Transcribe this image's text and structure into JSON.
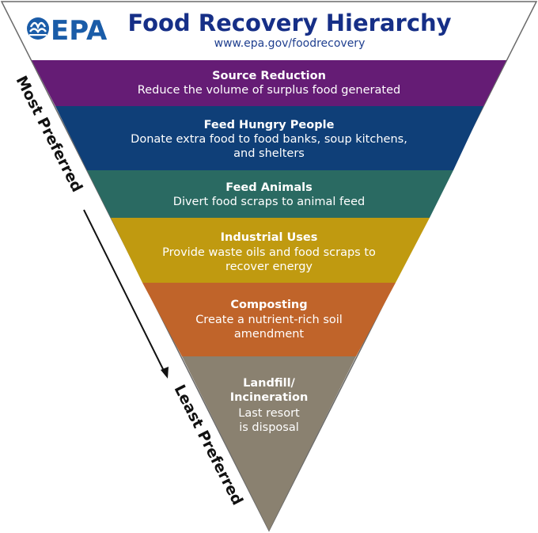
{
  "logo": {
    "text": "EPA",
    "icon": "epa-flower-icon",
    "color": "#1a5ca8"
  },
  "header": {
    "title": "Food Recovery Hierarchy",
    "url": "www.epa.gov/foodrecovery"
  },
  "axis": {
    "top_label": "Most Preferred",
    "bottom_label": "Least Preferred"
  },
  "levels": [
    {
      "title": "Source Reduction",
      "desc": [
        "Reduce the volume of surplus food generated"
      ],
      "color": "#651c75"
    },
    {
      "title": "Feed Hungry People",
      "desc": [
        "Donate extra food to food banks, soup kitchens,",
        "and shelters"
      ],
      "color": "#0f3f78"
    },
    {
      "title": "Feed Animals",
      "desc": [
        "Divert food scraps to animal feed"
      ],
      "color": "#2a6a62"
    },
    {
      "title": "Industrial Uses",
      "desc": [
        "Provide waste oils and food scraps to",
        "recover energy"
      ],
      "color": "#c09a10"
    },
    {
      "title": "Composting",
      "desc": [
        "Create a nutrient-rich soil",
        "amendment"
      ],
      "color": "#c0642a"
    },
    {
      "title": "Landfill/",
      "title2": "Incineration",
      "desc": [
        "Last resort",
        "is disposal"
      ],
      "color": "#8a8170"
    }
  ]
}
